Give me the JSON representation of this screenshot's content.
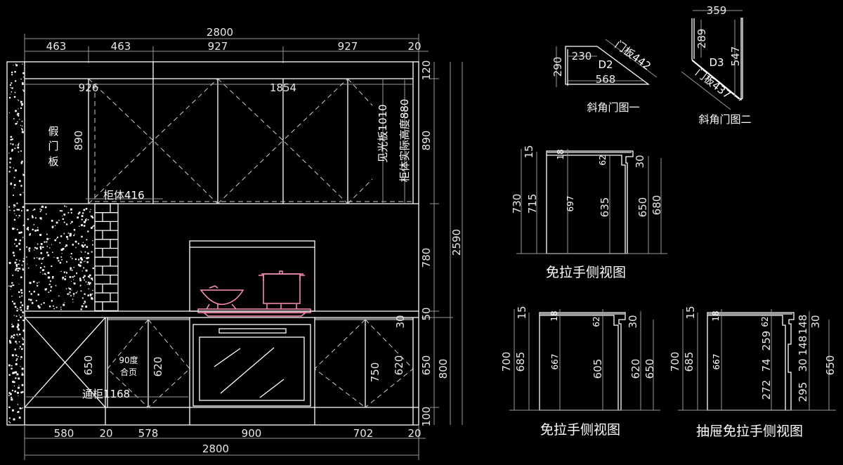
{
  "main_elevation": {
    "top_total": "2800",
    "top_segments": [
      "463",
      "463",
      "927",
      "927",
      "20"
    ],
    "upper_widths": [
      "926",
      "1854"
    ],
    "upper_height_left": "890",
    "fake_door_label": [
      "假",
      "门",
      "板"
    ],
    "cabinet_body": "柜体416",
    "visible_panel": "见光板1010",
    "actual_height": "柜体实际高度880",
    "right_heights": [
      "120",
      "890",
      "780",
      "50",
      "30",
      "650",
      "100"
    ],
    "overall_height": "2590",
    "base_height": "800",
    "base_left_height": "650",
    "hinge_label": [
      "90度",
      "合页"
    ],
    "base_door_height_a": "620",
    "through_cabinet": "通柜1168",
    "base_right_heights": [
      "750",
      "620"
    ],
    "bottom_segments": [
      "580",
      "20",
      "578",
      "900",
      "702",
      "20"
    ],
    "bottom_total": "2800"
  },
  "bevel_door_1": {
    "title": "斜角门图一",
    "label": "D2",
    "dims": [
      "290",
      "230",
      "568",
      "门板442"
    ]
  },
  "bevel_door_2": {
    "title": "斜角门图二",
    "label": "D3",
    "dims": [
      "359",
      "289",
      "547",
      "门板437"
    ]
  },
  "side_view_1": {
    "title": "免拉手侧视图",
    "dims": [
      "15",
      "18",
      "62",
      "30",
      "730",
      "715",
      "697",
      "635",
      "650",
      "680"
    ]
  },
  "side_view_2": {
    "title": "免拉手侧视图",
    "dims": [
      "15",
      "18",
      "62",
      "30",
      "700",
      "685",
      "667",
      "605",
      "620",
      "650"
    ]
  },
  "side_view_3": {
    "title": "抽屉免拉手侧视图",
    "dims": [
      "15",
      "18",
      "62",
      "30",
      "700",
      "685",
      "667",
      "259",
      "74",
      "272",
      "148",
      "148",
      "30",
      "295",
      "650"
    ]
  }
}
